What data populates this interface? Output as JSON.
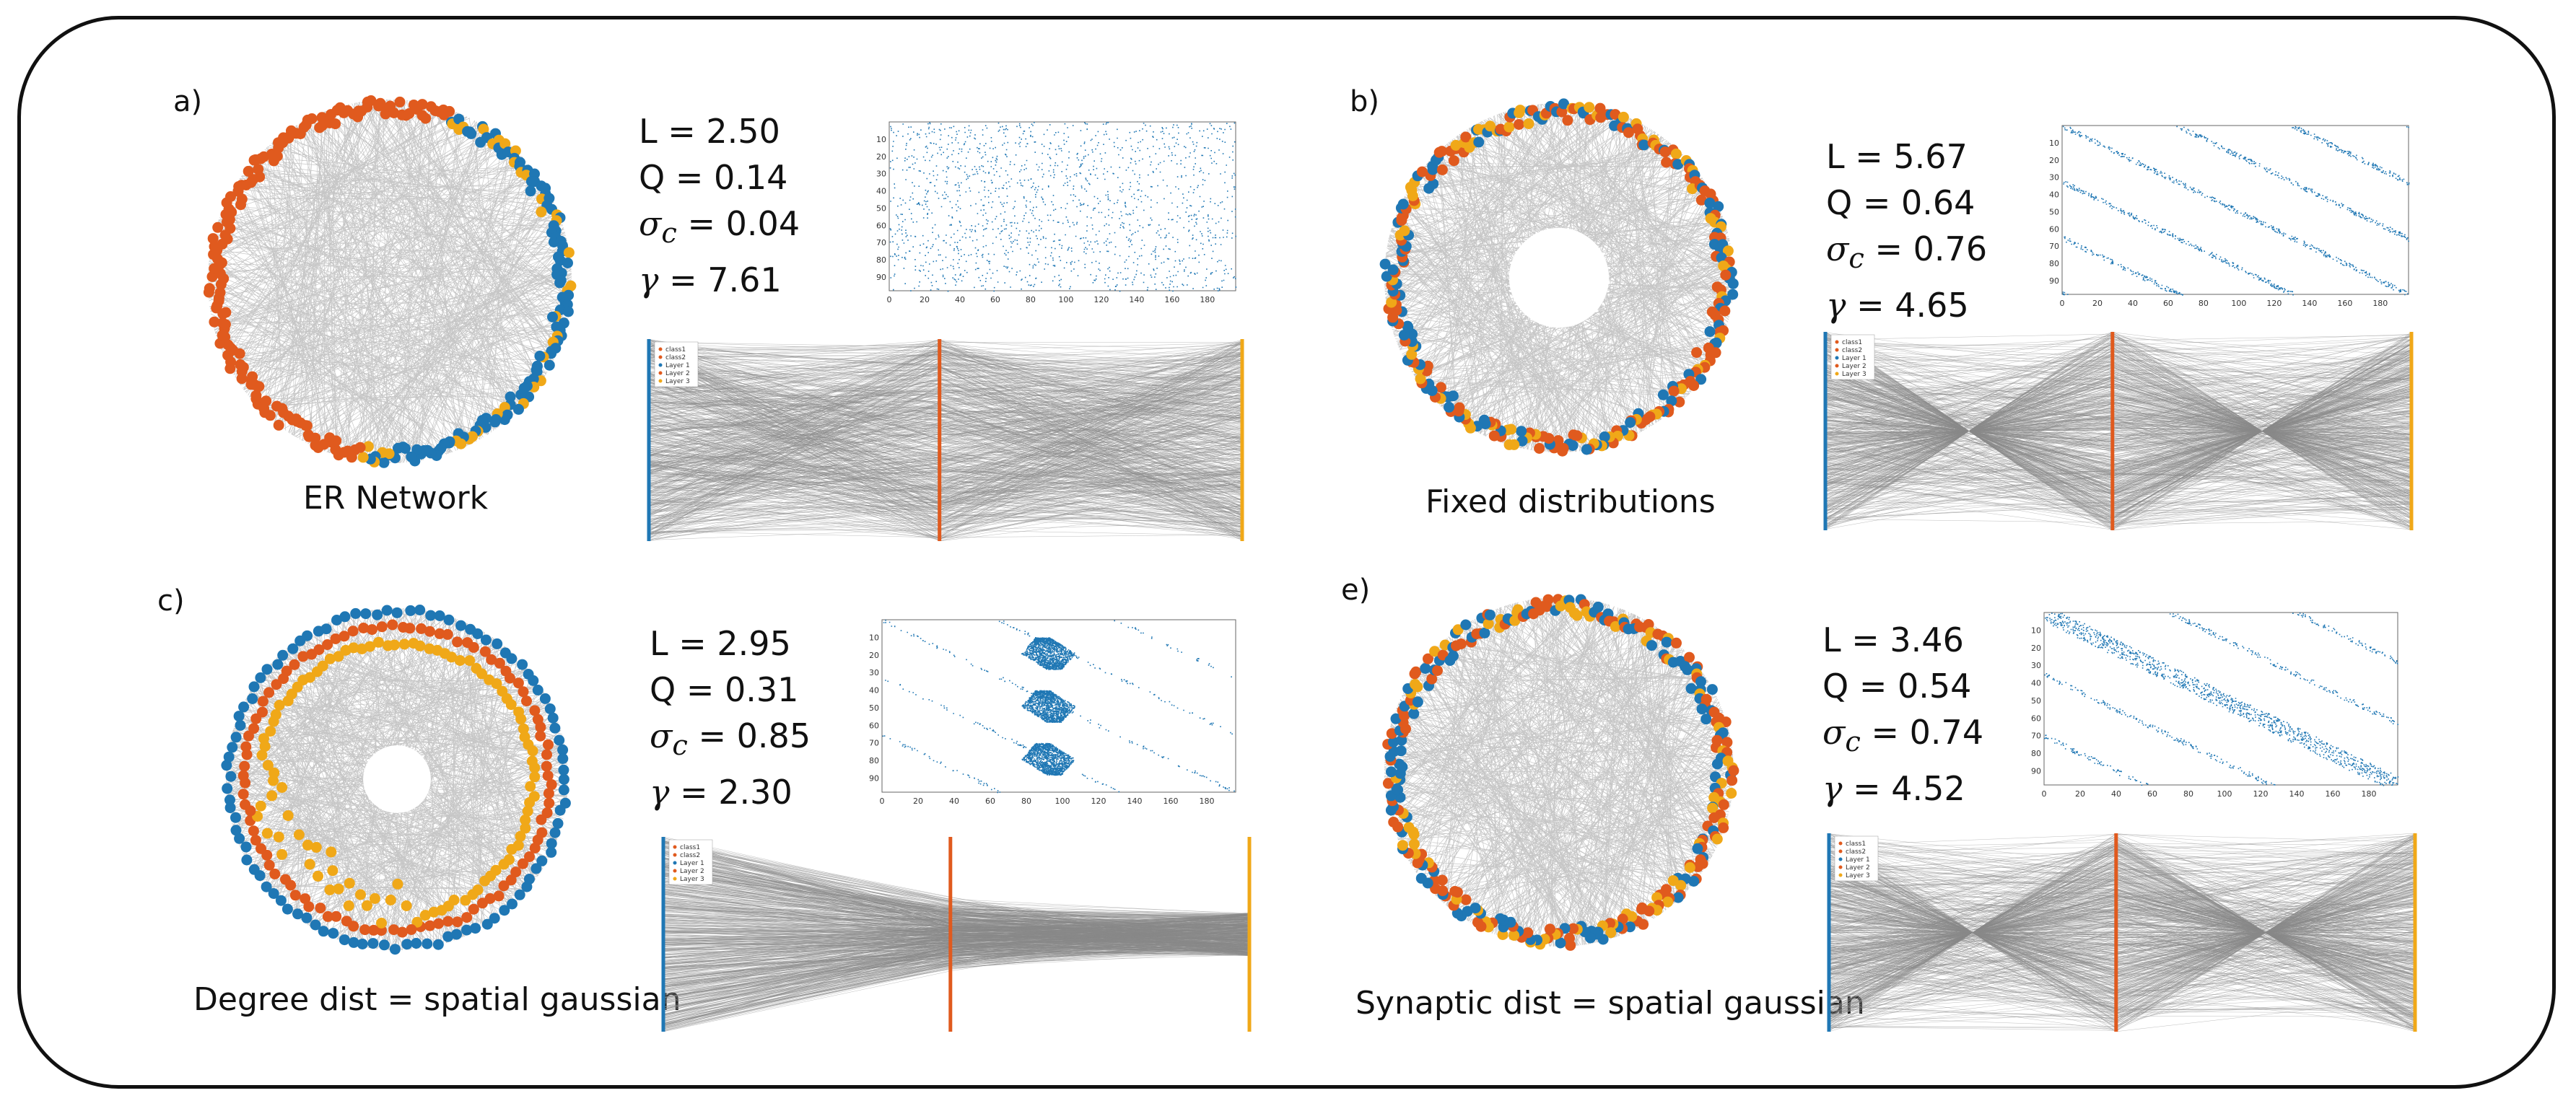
{
  "colors": {
    "red": "#e05a1e",
    "blue": "#1f77b4",
    "gold": "#f0a818",
    "gray": "#b8b8b8",
    "dark_gray": "#888888"
  },
  "panels": [
    {
      "id": "a",
      "label": "a)",
      "caption": "ER Network",
      "L": "L = 2.50",
      "Q": "Q = 0.14",
      "sigma": "= 0.04",
      "gamma": "= 7.61",
      "matrix_pattern": "random",
      "alluvial_pattern": "uniform",
      "circle_pattern": "halves",
      "hole": 0,
      "legend": [
        "class1",
        "class2",
        "Layer 1",
        "Layer 2",
        "Layer 3"
      ]
    },
    {
      "id": "b",
      "label": "b)",
      "caption": "Fixed distributions",
      "L": "L = 5.67",
      "Q": "Q = 0.64",
      "sigma": "= 0.76",
      "gamma": "= 4.65",
      "matrix_pattern": "diagonal",
      "alluvial_pattern": "crossed",
      "circle_pattern": "mixed",
      "hole": 0.13,
      "legend": [
        "class1",
        "class2",
        "Layer 1",
        "Layer 2",
        "Layer 3"
      ]
    },
    {
      "id": "c",
      "label": "c)",
      "caption": "Degree dist = spatial gaussian",
      "L": "L = 2.95",
      "Q": "Q = 0.31",
      "sigma": "= 0.85",
      "gamma": "= 2.30",
      "matrix_pattern": "blocks",
      "alluvial_pattern": "fan",
      "circle_pattern": "rings",
      "hole": 0.09,
      "legend": [
        "class1",
        "class2",
        "Layer 1",
        "Layer 2",
        "Layer 3"
      ]
    },
    {
      "id": "e",
      "label": "e)",
      "caption": "Synaptic dist = spatial gaussian",
      "L": "L = 3.46",
      "Q": "Q = 0.54",
      "sigma": "= 0.74",
      "gamma": "= 4.52",
      "matrix_pattern": "band",
      "alluvial_pattern": "crossed",
      "circle_pattern": "mixed",
      "hole": 0,
      "legend": [
        "class1",
        "class2",
        "Layer 1",
        "Layer 2",
        "Layer 3"
      ]
    }
  ],
  "axis": {
    "x_ticks": [
      "0",
      "20",
      "40",
      "60",
      "80",
      "100",
      "120",
      "140",
      "160",
      "180"
    ],
    "y_ticks": [
      "10",
      "20",
      "30",
      "40",
      "50",
      "60",
      "70",
      "80",
      "90"
    ]
  },
  "symbols": {
    "sigma": "σ",
    "sub": "c",
    "gamma": "γ"
  }
}
